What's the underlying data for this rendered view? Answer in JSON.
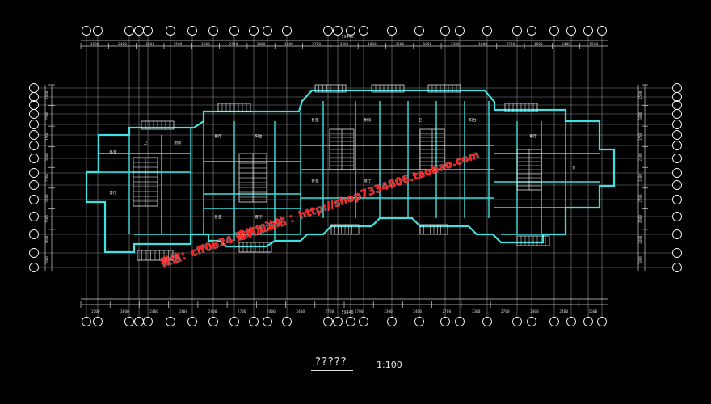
{
  "drawing": {
    "caption": "?????",
    "scale": "1:100",
    "watermark": "微信：cff0824  建筑加油站  ：http://shop7334806.taobao.com",
    "overall_dimension_label": "59440",
    "top_dims": [
      "1500",
      "2400",
      "1500",
      "1500",
      "1800",
      "2700",
      "1800",
      "1800",
      "2700",
      "3300",
      "1800",
      "3300",
      "1800",
      "3300",
      "1800",
      "2700",
      "1800",
      "2400",
      "1500"
    ],
    "bottom_dims": [
      "1500",
      "3000",
      "2400",
      "2400",
      "2400",
      "2700",
      "2400",
      "2400",
      "2700",
      "2700",
      "3300",
      "2400",
      "2700",
      "3300",
      "2700",
      "2400",
      "2400",
      "1500"
    ],
    "left_dims": [
      "1800",
      "1500",
      "1500",
      "3900",
      "2700",
      "3600",
      "1500",
      "3600",
      "1800"
    ],
    "right_dims": [
      "1500",
      "1800",
      "1500",
      "2100",
      "1500",
      "2700",
      "3600",
      "2400",
      "1800"
    ],
    "room_labels": [
      "卧室",
      "客厅",
      "卫",
      "厨房",
      "餐厅",
      "阳台",
      "卧室",
      "客厅",
      "卧室",
      "厨房",
      "卫",
      "阳台",
      "卧室",
      "客厅",
      "餐厅",
      "卫"
    ],
    "colors": {
      "background": "#000000",
      "walls": "#3fe0e0",
      "axis": "#ffffff",
      "dims": "#cfcfcf",
      "watermark": "#ff2020"
    }
  }
}
